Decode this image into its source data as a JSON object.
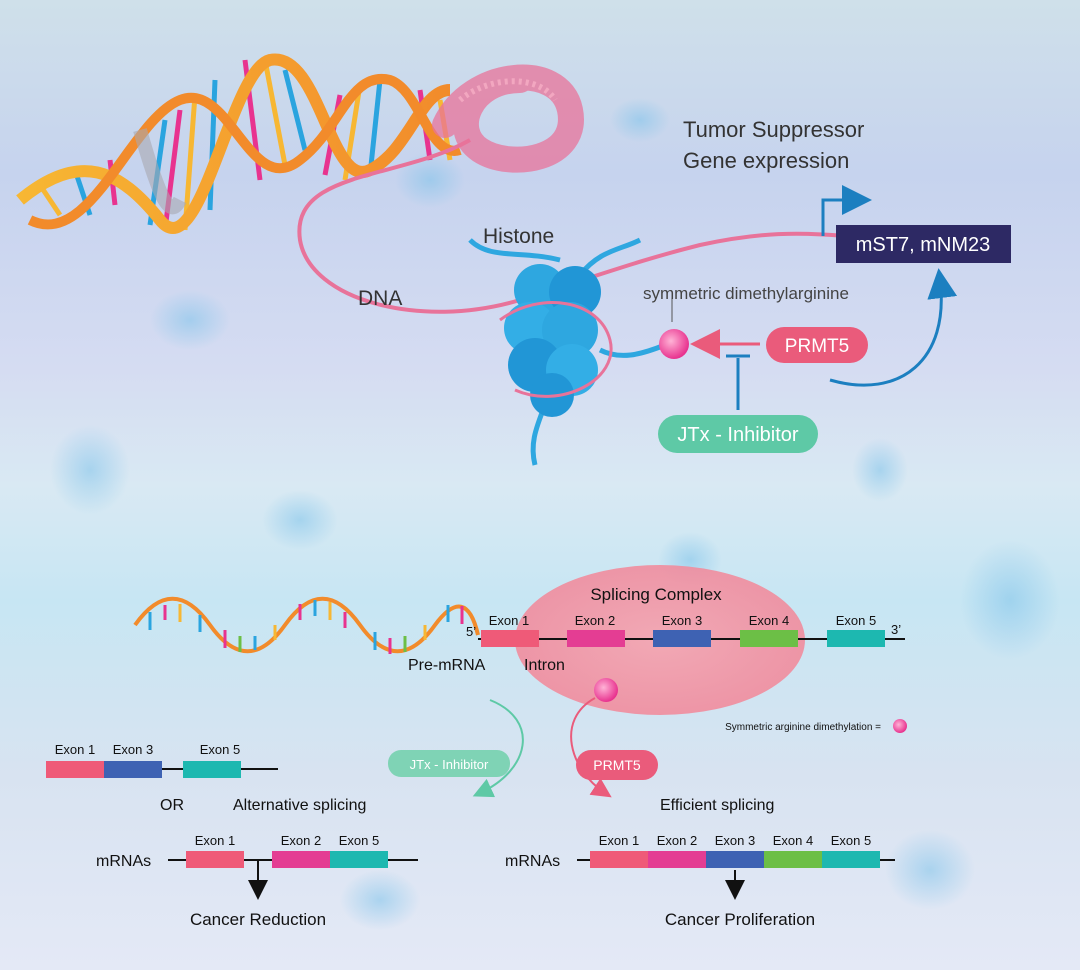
{
  "top": {
    "title_line1": "Tumor Suppressor",
    "title_line2": "Gene expression",
    "gene_box": "mST7, mNM23",
    "histone_label": "Histone",
    "dna_label": "DNA",
    "sdma_label": "symmetric dimethylarginine",
    "prmt5_label": "PRMT5",
    "inhibitor_label": "JTx - Inhibitor"
  },
  "splicing": {
    "complex_label": "Splicing Complex",
    "five_prime": "5’",
    "three_prime": "3’",
    "pre_mrna_label": "Pre-mRNA",
    "intron_label": "Intron",
    "exons": [
      "Exon 1",
      "Exon 2",
      "Exon 3",
      "Exon 4",
      "Exon 5"
    ],
    "legend_text": "Symmetric arginine dimethylation =",
    "inhibitor_label": "JTx - Inhibitor",
    "prmt5_label": "PRMT5"
  },
  "left": {
    "variant_exons": [
      "Exon 1",
      "Exon 3",
      "Exon 5"
    ],
    "or_label": "OR",
    "alt_label": "Alternative splicing",
    "mrnas_label": "mRNAs",
    "mrna_exons": [
      "Exon 1",
      "Exon 2",
      "Exon 5"
    ],
    "outcome": "Cancer Reduction"
  },
  "right": {
    "efficient_label": "Efficient splicing",
    "mrnas_label": "mRNAs",
    "mrna_exons": [
      "Exon 1",
      "Exon 2",
      "Exon 3",
      "Exon 4",
      "Exon 5"
    ],
    "outcome": "Cancer Proliferation"
  },
  "colors": {
    "exon1": "#ef5a78",
    "exon2": "#e43d93",
    "exon3": "#3e62b3",
    "exon4": "#6cbf46",
    "exon5": "#1db8b0",
    "prmt5": "#ea5b7b",
    "inhibitor": "#5ec9a6",
    "gene_box": "#2d2964",
    "histone": "#2ea7e0",
    "dna_pink": "#e8739a",
    "arrow_blue": "#1c7fc0"
  }
}
